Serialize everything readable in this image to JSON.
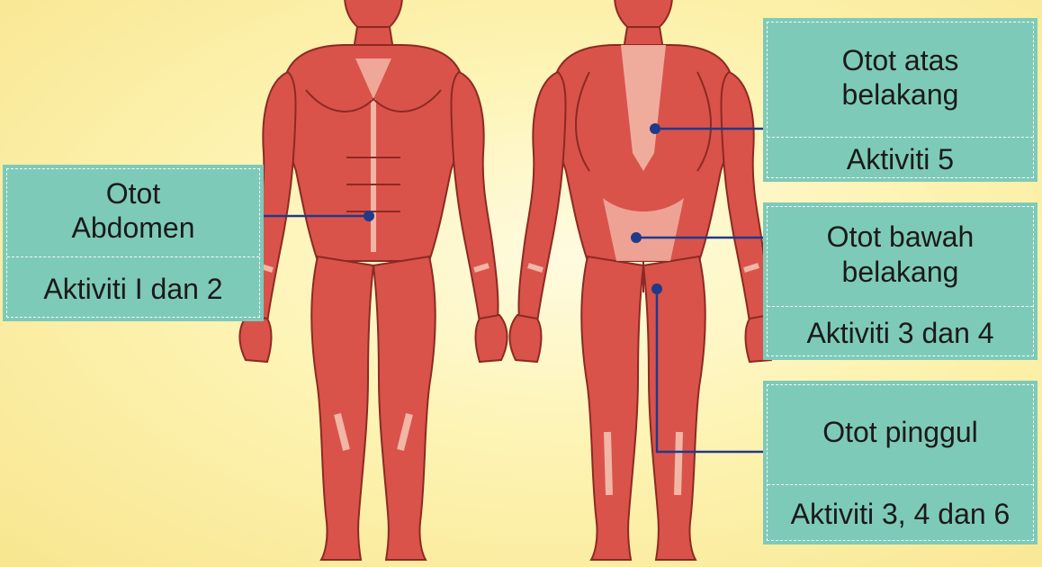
{
  "colors": {
    "background": "#fdf3b2",
    "label_box": "#7ecab9",
    "leader_line": "#1f3a8a",
    "muscle": "#d9534a",
    "tendon": "#f1b6a6"
  },
  "labels": {
    "abdomen": {
      "name": "Otot\nAbdomen",
      "activity": "Aktiviti I dan 2"
    },
    "upper_back": {
      "name": "Otot atas\nbelakang",
      "activity": "Aktiviti 5"
    },
    "lower_back": {
      "name": "Otot bawah\nbelakang",
      "activity": "Aktiviti 3 dan 4"
    },
    "hip": {
      "name": "Otot pinggul",
      "activity": "Aktiviti 3, 4 dan 6"
    }
  },
  "figures": {
    "front": {
      "icon": "human-muscle-front-figure"
    },
    "back": {
      "icon": "human-muscle-back-figure"
    }
  }
}
